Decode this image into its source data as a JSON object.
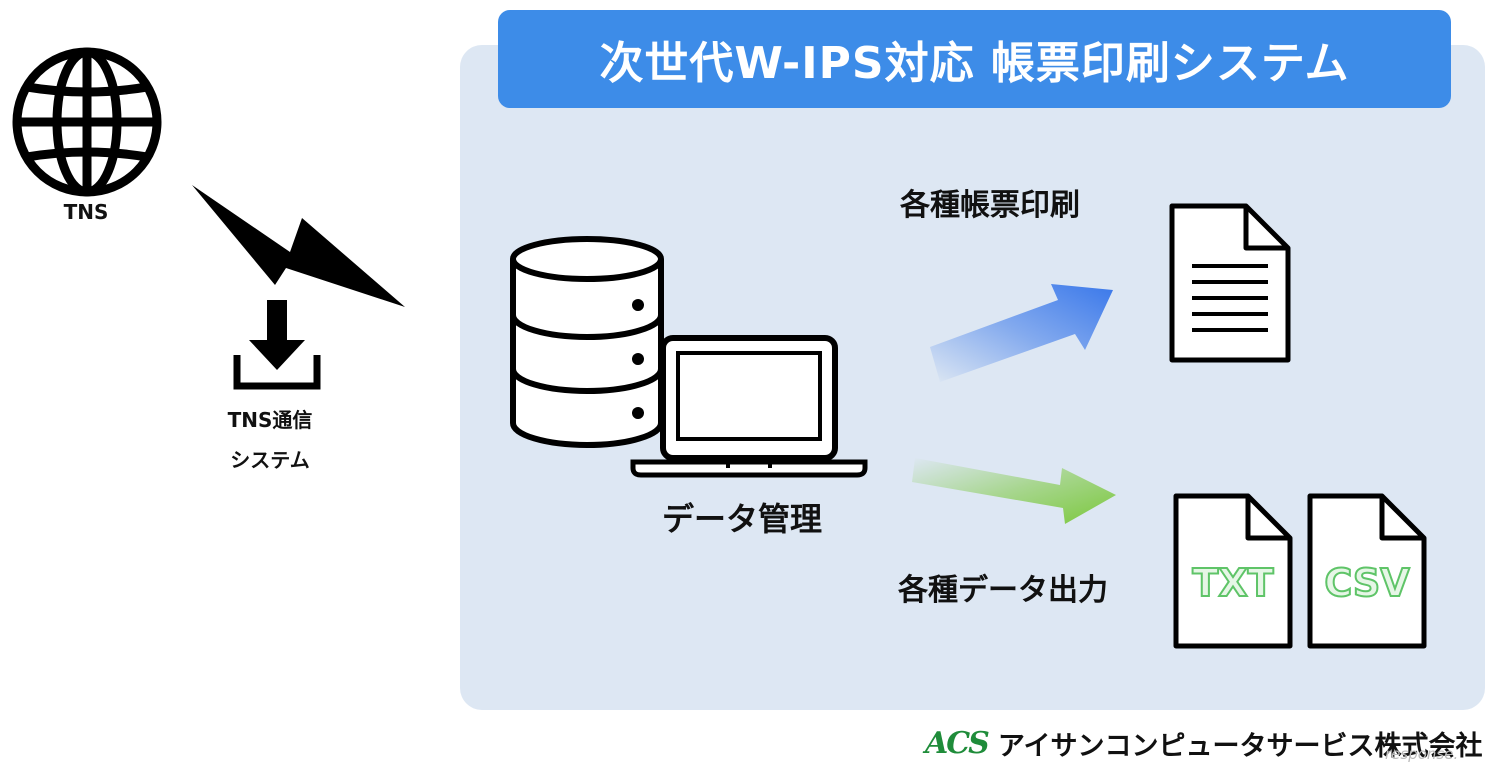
{
  "title": "次世代W-IPS対応 帳票印刷システム",
  "left": {
    "tns_label": "TNS",
    "tns_system_line1": "TNS通信",
    "tns_system_line2": "システム"
  },
  "center": {
    "data_management_label": "データ管理"
  },
  "outputs": {
    "print_label": "各種帳票印刷",
    "data_output_label": "各種データ出力",
    "txt_label": "TXT",
    "csv_label": "CSV"
  },
  "footer": {
    "logo_text": "ACS",
    "company_name": "アイサンコンピュータサービス株式会社",
    "watermark": "response."
  },
  "colors": {
    "panel_bg": "#dde7f3",
    "title_bar": "#3d8ce8",
    "print_arrow": "#3a78ea",
    "data_arrow": "#7bc83c",
    "file_label": "#5fc468"
  },
  "icons": [
    "globe-icon",
    "lightning-icon",
    "download-icon",
    "database-icon",
    "laptop-icon",
    "document-icon",
    "txt-file-icon",
    "csv-file-icon"
  ]
}
